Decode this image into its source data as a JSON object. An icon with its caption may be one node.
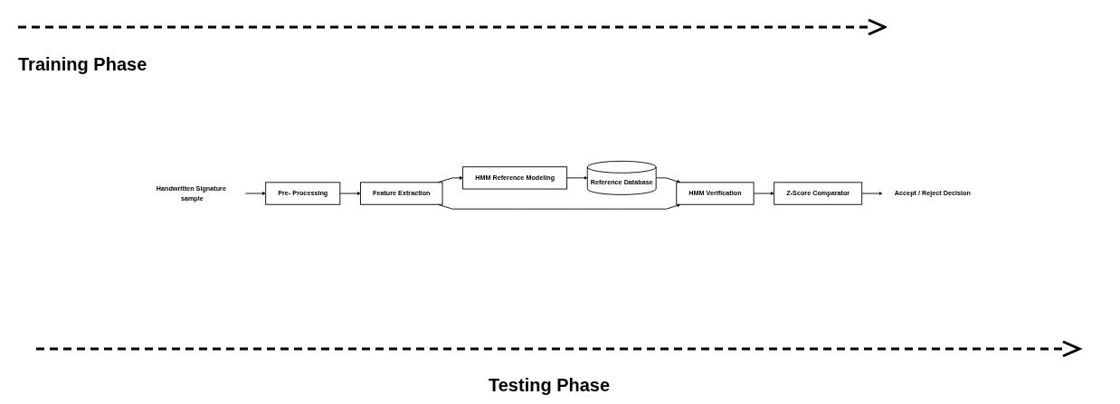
{
  "diagram": {
    "nodes": [
      {
        "text": [
          "Handwritten Signature sample"
        ]
      },
      {
        "text": [
          "Pre- Processing"
        ]
      },
      {
        "text": [
          "Feature Extraction"
        ]
      },
      {
        "text": [
          "HMM Reference Modeling"
        ]
      },
      {
        "text": [
          "Reference Database"
        ]
      },
      {
        "text": [
          "HMM Verification"
        ]
      },
      {
        "text": [
          "Z-Score Comparator"
        ]
      },
      {
        "text": [
          "Accept / Reject Decision"
        ]
      }
    ],
    "edges": [
      {
        "from": 0,
        "to": 1,
        "arrow": "to"
      },
      {
        "from": 1,
        "to": 2,
        "arrow": "to"
      },
      {
        "from": 2,
        "to": 3,
        "arrow": "to"
      },
      {
        "from": 3,
        "to": 4,
        "arrow": "to"
      },
      {
        "from": 4,
        "to": 5,
        "arrow": "to"
      },
      {
        "from": 2,
        "to": 5,
        "arrow": "to"
      },
      {
        "from": 5,
        "to": 6,
        "arrow": "to"
      },
      {
        "from": 6,
        "to": 7,
        "arrow": "to"
      }
    ],
    "labels": [
      "Training Phase",
      "Testing Phase"
    ]
  }
}
